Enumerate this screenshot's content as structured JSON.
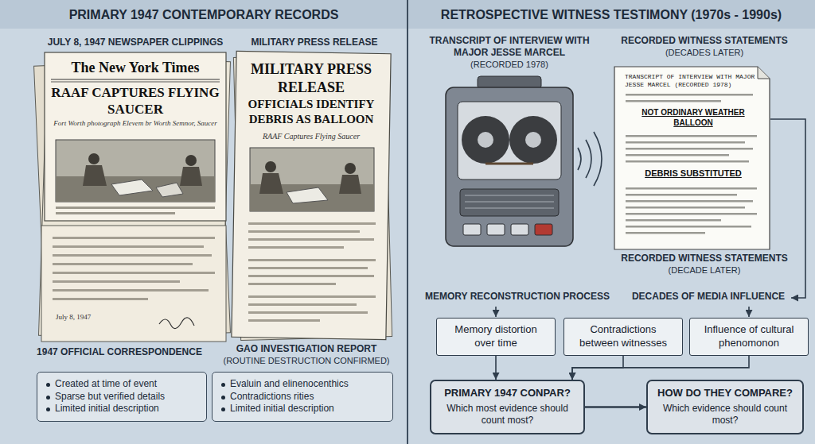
{
  "diagram": {
    "nodes": [
      {
        "text": [
          "Created at time of event",
          "Sparse but verified details",
          "Limited initial description"
        ]
      },
      {
        "text": [
          "Evaluin and elinenocenthics",
          "Contradictions rities",
          "Limited initial description"
        ]
      },
      {
        "text": [
          "Memory distortion over time"
        ]
      },
      {
        "text": [
          "Contradictions between witnesses"
        ]
      },
      {
        "text": [
          "Influence of cultural phenomonon"
        ]
      },
      {
        "text": [
          "PRIMARY 1947 CONPAR?",
          "Which most evidence should count most?"
        ]
      },
      {
        "text": [
          "HOW DO THEY COMPARE?",
          "Which evidence should count most?"
        ]
      }
    ],
    "edges": [
      {
        "from": 2,
        "to": 5,
        "arrow": "to"
      },
      {
        "from": 3,
        "to": 5,
        "arrow": "to"
      },
      {
        "from": 4,
        "to": 5,
        "arrow": "to"
      },
      {
        "from": 5,
        "to": 6,
        "arrow": "to"
      }
    ],
    "labels": [
      "PRIMARY 1947 CONTEMPORARY RECORDS",
      "RETROSPECTIVE WITNESS TESTIMONY (1970s - 1990s)",
      "JULY 8, 1947 NEWSPAPER CLIPPINGS",
      "MILITARY PRESS RELEASE",
      "The New York Times",
      "RAAF CAPTURES FLYING SAUCER",
      "Fort Worth photograph Elevem br Worth Semnor, Saucer",
      "July 8, 1947",
      "MILITARY PRESS RELEASE",
      "OFFICIALS IDENTIFY DEBRIS AS BALLOON",
      "RAAF Captures Flying Saucer",
      "1947 OFFICIAL CORRESPONDENCE",
      "GAO INVESTIGATION REPORT",
      "(ROUTINE DESTRUCTION CONFIRMED)",
      "TRANSCRIPT OF INTERVIEW WITH MAJOR JESSE MARCEL",
      "(RECORDED 1978)",
      "RECORDED WITNESS STATEMENTS",
      "(DECADES LATER)",
      "TRANSCRIPT OF INTERVIEW WITH MAJOR JESSE MARCEL (RECORDED 1978)",
      "NOT ORDINARY WEATHER BALLOON",
      "DEBRIS SUBSTITUTED",
      "RECORDED WITNESS STATEMENTS",
      "(DECADE LATER)",
      "MEMORY RECONSTRUCTION PROCESS",
      "DECADES OF MEDIA INFLUENCE"
    ]
  }
}
